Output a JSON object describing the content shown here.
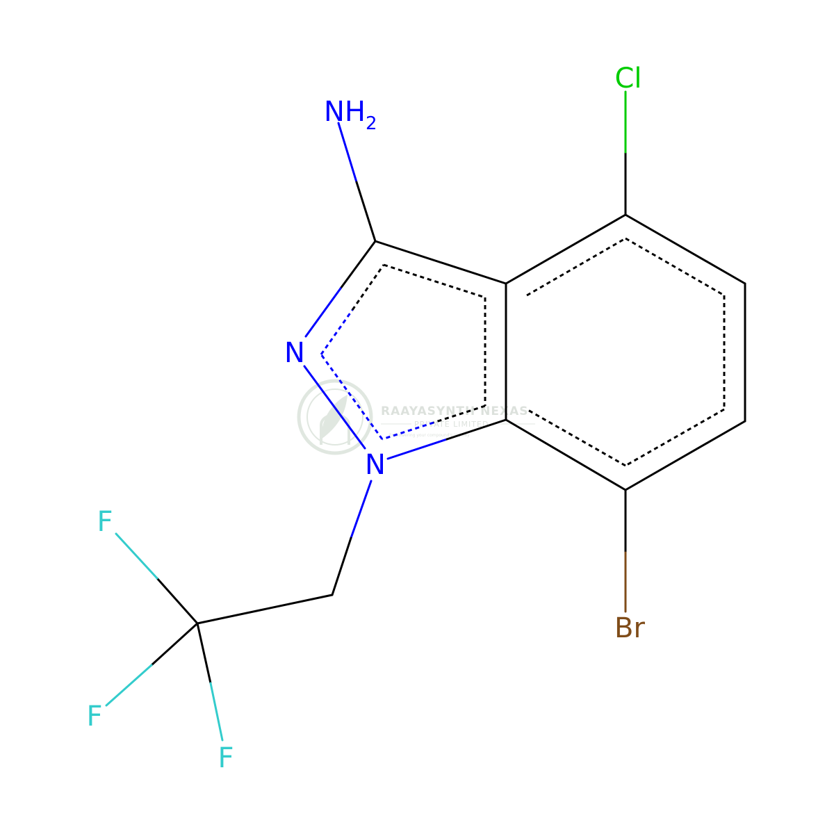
{
  "molecule": {
    "atoms": {
      "amine": {
        "label": "NH",
        "subscript": "2",
        "color": "#0000FF"
      },
      "chlorine": {
        "label": "Cl",
        "color": "#00CC00"
      },
      "bromine": {
        "label": "Br",
        "color": "#7F4C19"
      },
      "nitrogen_2": {
        "label": "N",
        "color": "#0000FF"
      },
      "nitrogen_1": {
        "label": "N",
        "color": "#0000FF"
      },
      "fluorine_top": {
        "label": "F",
        "color": "#33CCCC"
      },
      "fluorine_left": {
        "label": "F",
        "color": "#33CCCC"
      },
      "fluorine_bottom": {
        "label": "F",
        "color": "#33CCCC"
      }
    },
    "bond_color": "#000000"
  },
  "watermark": {
    "company": "RAAYASYNTH NEXAS",
    "subtitle": "PRIVATE LIMITED",
    "tagline": "Empowering your compound's journey",
    "color": "#c8d4c8"
  }
}
